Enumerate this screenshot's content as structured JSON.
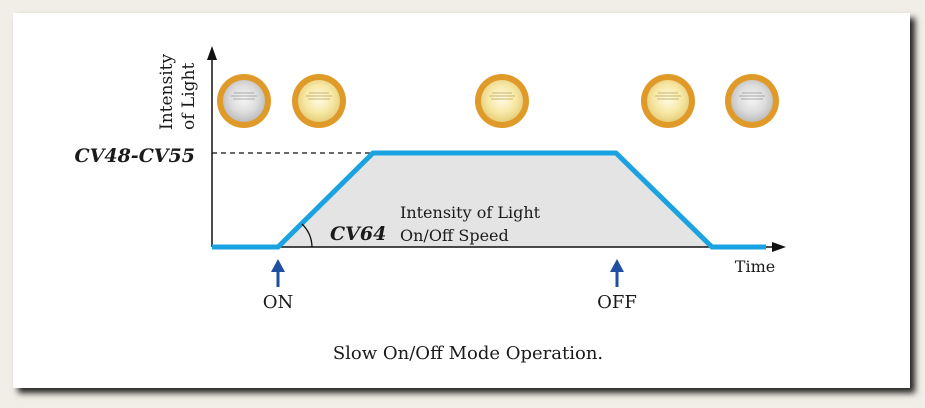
{
  "diagram": {
    "y_axis_label_line1": "Intensity",
    "y_axis_label_line2": "of Light",
    "x_axis_label": "Time",
    "level_label": "CV48-CV55",
    "slope_label": "CV64",
    "area_label_line1": "Intensity of Light",
    "area_label_line2": "On/Off Speed",
    "on_label": "ON",
    "off_label": "OFF",
    "caption": "Slow On/Off Mode Operation."
  },
  "bulbs": [
    {
      "state": "off"
    },
    {
      "state": "on"
    },
    {
      "state": "on"
    },
    {
      "state": "on"
    },
    {
      "state": "off"
    }
  ],
  "colors": {
    "curve": "#1aa3e0",
    "area_fill": "#e4e4e4",
    "arrow": "#1f4fa0",
    "bulb_ring": "#e09a2a",
    "bulb_lit": "#f7e7a0",
    "bulb_unlit": "#dcdcdc"
  }
}
